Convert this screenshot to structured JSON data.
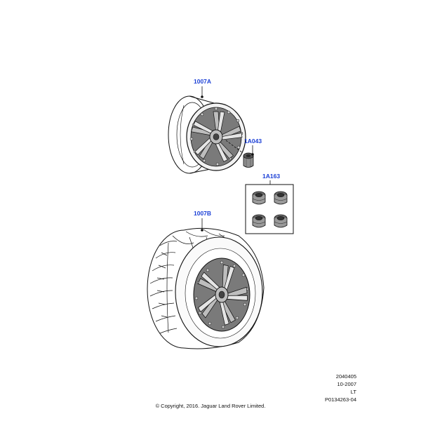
{
  "callouts": {
    "wheel": "1007A",
    "wheel_nut": "1A043",
    "locking_nut_kit": "1A163",
    "wheel_and_tyre": "1007B"
  },
  "reference": {
    "code": "2040405",
    "date": "10-2007",
    "region": "LT",
    "illustration_id": "P0134263-04"
  },
  "copyright": "© Copyright, 2016. Jaguar Land Rover Limited."
}
